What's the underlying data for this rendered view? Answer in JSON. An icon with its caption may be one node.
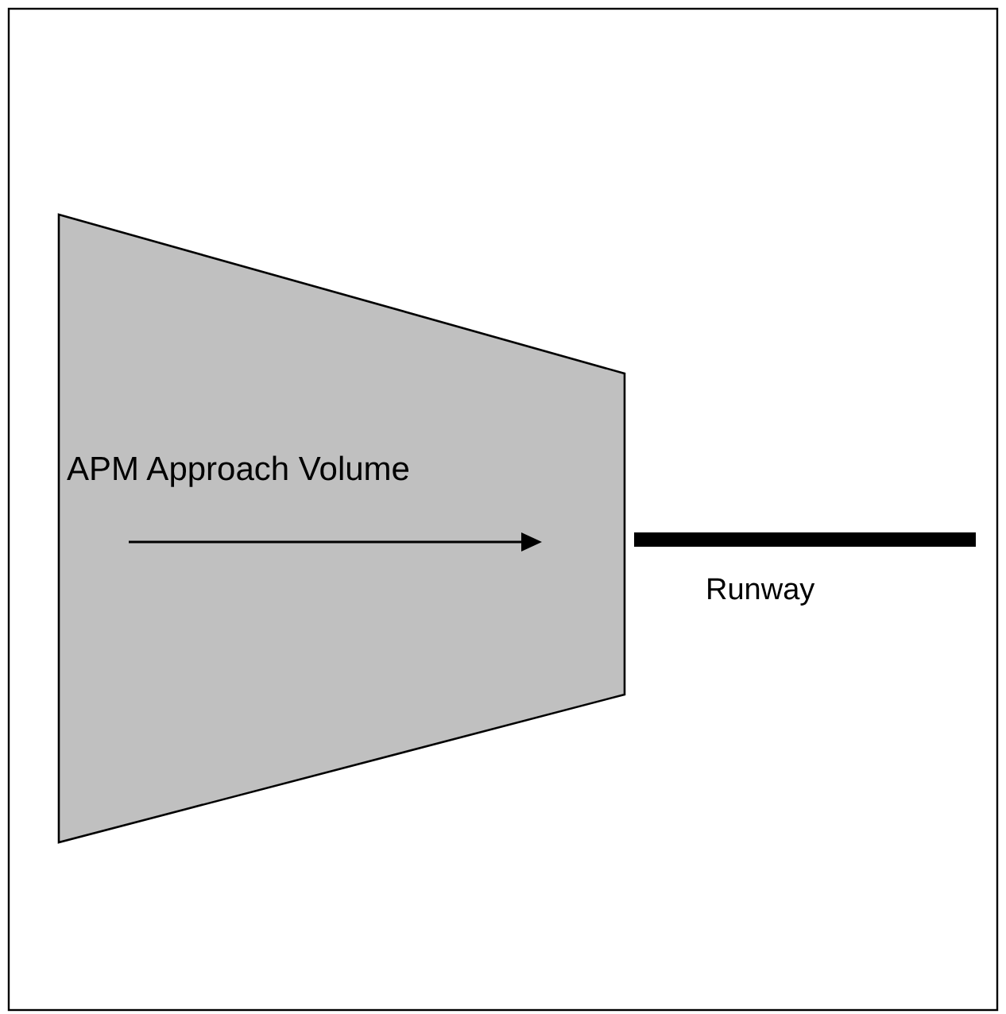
{
  "diagram": {
    "nodes": [
      {
        "text": [
          "APM Approach Volume"
        ]
      },
      {
        "text": [],
        "shape": "bar",
        "beside": [
          "Runway"
        ]
      }
    ]
  }
}
